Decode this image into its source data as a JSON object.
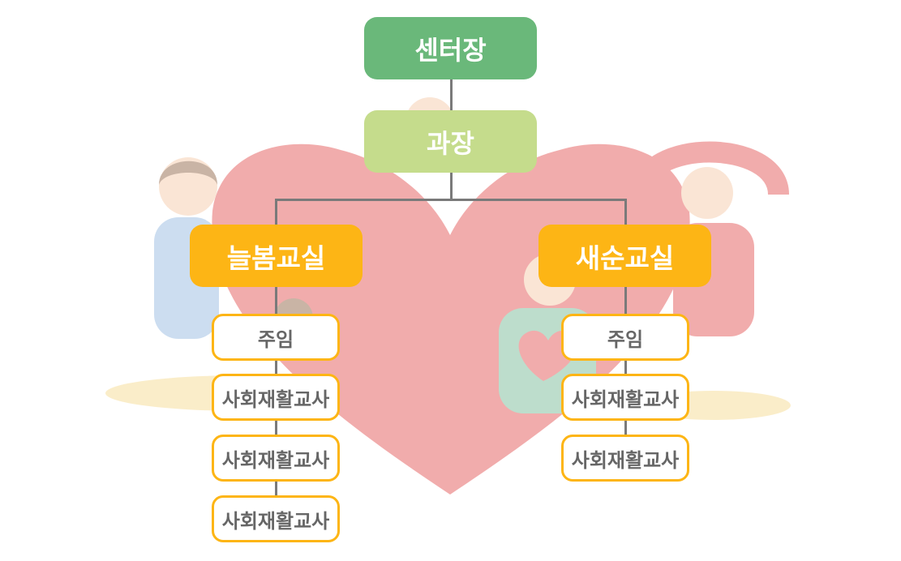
{
  "org": {
    "director": "센터장",
    "manager": "과장",
    "departments": [
      {
        "name": "늘봄교실",
        "staff": [
          "주임",
          "사회재활교사",
          "사회재활교사",
          "사회재활교사"
        ]
      },
      {
        "name": "새순교실",
        "staff": [
          "주임",
          "사회재활교사",
          "사회재활교사"
        ]
      }
    ]
  },
  "colors": {
    "director": "#6ab87a",
    "manager": "#c5dc8c",
    "department": "#fdb515",
    "staff_border": "#fdb515",
    "staff_text": "#666666",
    "connector": "#7a7a7a",
    "background_heart": "#e24a4a"
  }
}
